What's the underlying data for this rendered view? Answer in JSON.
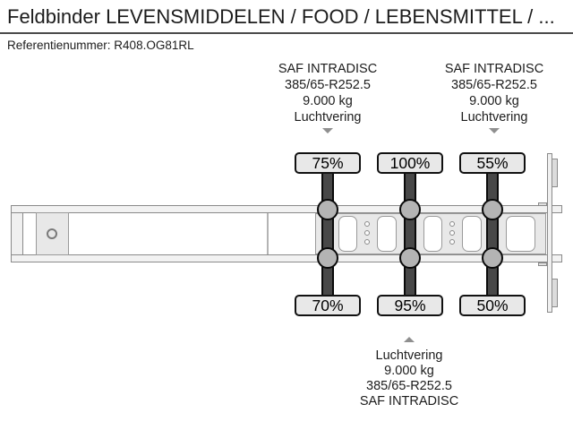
{
  "header": {
    "title": "Feldbinder LEVENSMIDDELEN / FOOD / LEBENSMITTEL / ...",
    "reference": "Referentienummer: R408.OG81RL"
  },
  "spec_block_top_left": {
    "lines": [
      "SAF INTRADISC",
      "385/65-R252.5",
      "9.000 kg",
      "Luchtvering"
    ]
  },
  "spec_block_top_right": {
    "lines": [
      "SAF INTRADISC",
      "385/65-R252.5",
      "9.000 kg",
      "Luchtvering"
    ]
  },
  "spec_block_bottom": {
    "lines": [
      "Luchtvering",
      "9.000 kg",
      "385/65-R252.5",
      "SAF INTRADISC"
    ]
  },
  "axles": [
    {
      "label": "axle-1",
      "top_pct": "75%",
      "bottom_pct": "70%"
    },
    {
      "label": "axle-2",
      "top_pct": "100%",
      "bottom_pct": "95%"
    },
    {
      "label": "axle-3",
      "top_pct": "55%",
      "bottom_pct": "50%"
    }
  ],
  "colors": {
    "background": "#ffffff",
    "text": "#1c1c1c",
    "badge_fill": "#e8e8e8",
    "badge_border": "#111111",
    "axle_bar": "#484848",
    "hub_fill": "#b4b4b4",
    "chassis_fill": "#f2f2f2",
    "chassis_border": "#8a8a8a",
    "pointer": "#8f8f8f"
  }
}
